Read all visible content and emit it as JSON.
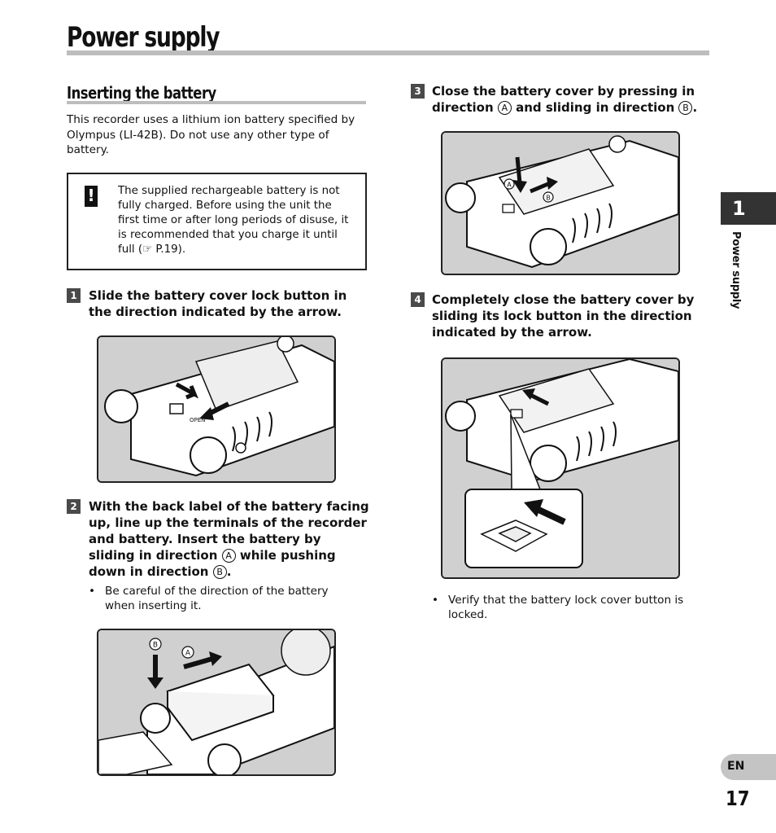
{
  "page": {
    "title": "Power supply",
    "chapter_number": "1",
    "chapter_label": "Power supply",
    "language": "EN",
    "page_number": "17"
  },
  "section": {
    "heading": "Inserting the battery",
    "intro": "This recorder uses a lithium ion battery specified by Olympus (LI-42B). Do not use any other type of battery."
  },
  "note": {
    "icon": "exclamation-icon",
    "text": "The supplied rechargeable battery is not fully charged. Before using the unit the first time or after long periods of disuse, it is recommended that you charge it until full (☞ P.19)."
  },
  "steps": [
    {
      "number": "1",
      "text": "Slide the battery cover lock button in the direction indicated by the arrow."
    },
    {
      "number": "2",
      "text_parts": [
        "With the back label of the battery facing up, line up the terminals of the recorder and battery. Insert the battery by sliding in direction ",
        "A",
        " while pushing down in direction ",
        "B",
        "."
      ],
      "bullet": "Be careful of the direction of the battery when inserting it."
    },
    {
      "number": "3",
      "text_parts": [
        "Close the battery cover by pressing in direction ",
        "A",
        " and sliding in direction ",
        "B",
        "."
      ]
    },
    {
      "number": "4",
      "text": "Completely close the battery cover by sliding its lock button in the direction indicated by the arrow.",
      "bullet": "Verify that the battery lock cover button is locked."
    }
  ],
  "figure_labels": {
    "a": "A",
    "b": "B",
    "open": "OPEN"
  },
  "colors": {
    "figure_bg": "#d0d0d0",
    "rule_gray": "#bdbdbd",
    "step_box": "#4a4a4a",
    "chapter_tab": "#333333",
    "lang_tab": "#c4c4c4"
  }
}
